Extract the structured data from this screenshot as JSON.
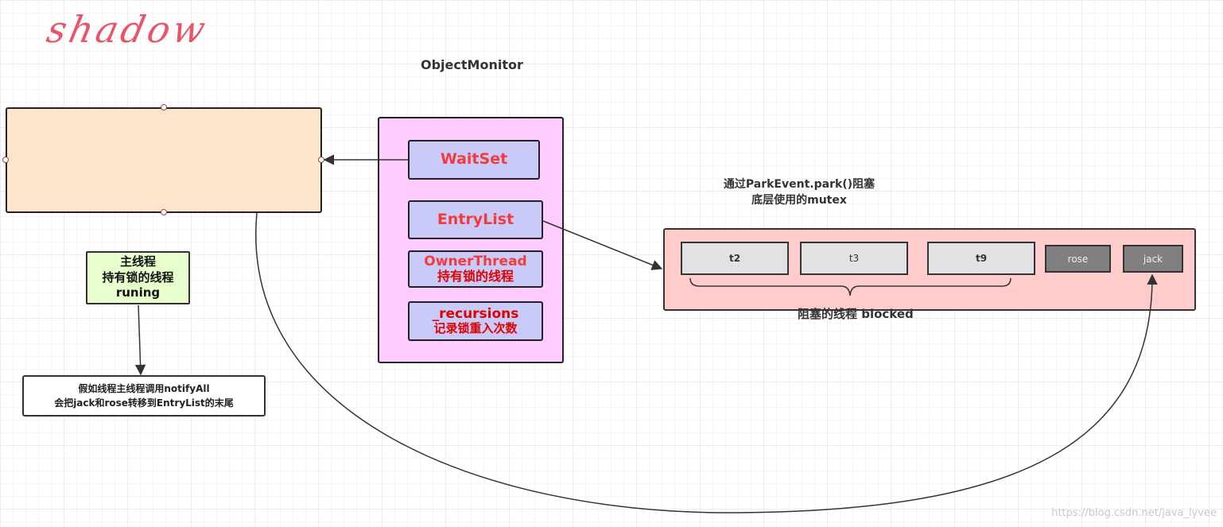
{
  "logo": "shadow",
  "title": "ObjectMonitor",
  "monitor": {
    "waitset": "WaitSet",
    "entrylist": "EntryList",
    "owner": [
      "OwnerThread",
      "持有锁的线程"
    ],
    "recursions": [
      "_recursions",
      "记录锁重入次数"
    ]
  },
  "park_note": [
    "通过ParkEvent.park()阻塞",
    "底层使用的mutex"
  ],
  "entry_threads": [
    "t2",
    "t3",
    "t9",
    "rose",
    "jack"
  ],
  "blocked_label": "阻塞的线程 blocked",
  "main_thread": [
    "主线程",
    "持有锁的线程",
    "runing"
  ],
  "notify_note": [
    "假如线程主线程调用notifyAll",
    "会把jack和rose转移到EntryList的末尾"
  ],
  "watermark": "https://blog.csdn.net/java_lyvee",
  "colors": {
    "peach": "#fde5cd",
    "monitor": "#ffccff",
    "field": "#c9caf8",
    "field_text": "#f23b3b",
    "entry_box": "#ffcccc",
    "cell_light": "#e2e2e2",
    "cell_dark": "#808080",
    "green": "#e6ffcc",
    "logo": "#e8556a"
  }
}
